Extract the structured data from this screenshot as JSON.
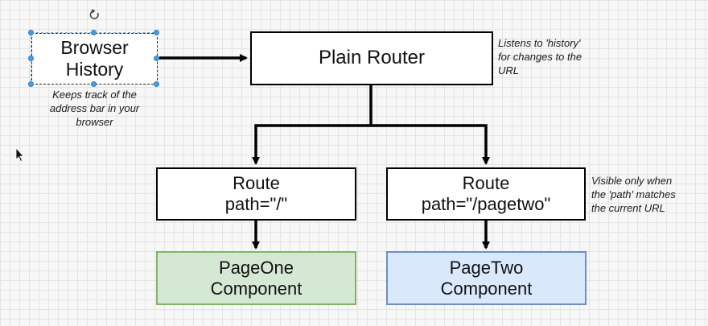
{
  "nodes": {
    "browser_history": {
      "line1": "Browser",
      "line2": "History"
    },
    "plain_router": {
      "label": "Plain Router"
    },
    "route_home": {
      "line1": "Route",
      "line2": "path=\"/\""
    },
    "route_pagetwo": {
      "line1": "Route",
      "line2": "path=\"/pagetwo\""
    },
    "page_one": {
      "line1": "PageOne",
      "line2": "Component"
    },
    "page_two": {
      "line1": "PageTwo",
      "line2": "Component"
    }
  },
  "notes": {
    "history_note": [
      "Keeps track of the",
      "address bar in your",
      "browser"
    ],
    "router_note": [
      "Listens to 'history'",
      "for changes to the",
      "URL"
    ],
    "route_note": [
      "Visible only when",
      "the 'path' matches",
      "the current URL"
    ]
  },
  "colors": {
    "page_one_fill": "#d5e8d4",
    "page_one_border": "#82b366",
    "page_two_fill": "#dae8fc",
    "page_two_border": "#6c8ebf",
    "selection_handle": "#4a9be6"
  },
  "icons": {
    "rotate": "rotate-handle-icon",
    "cursor": "mouse-pointer-icon"
  }
}
